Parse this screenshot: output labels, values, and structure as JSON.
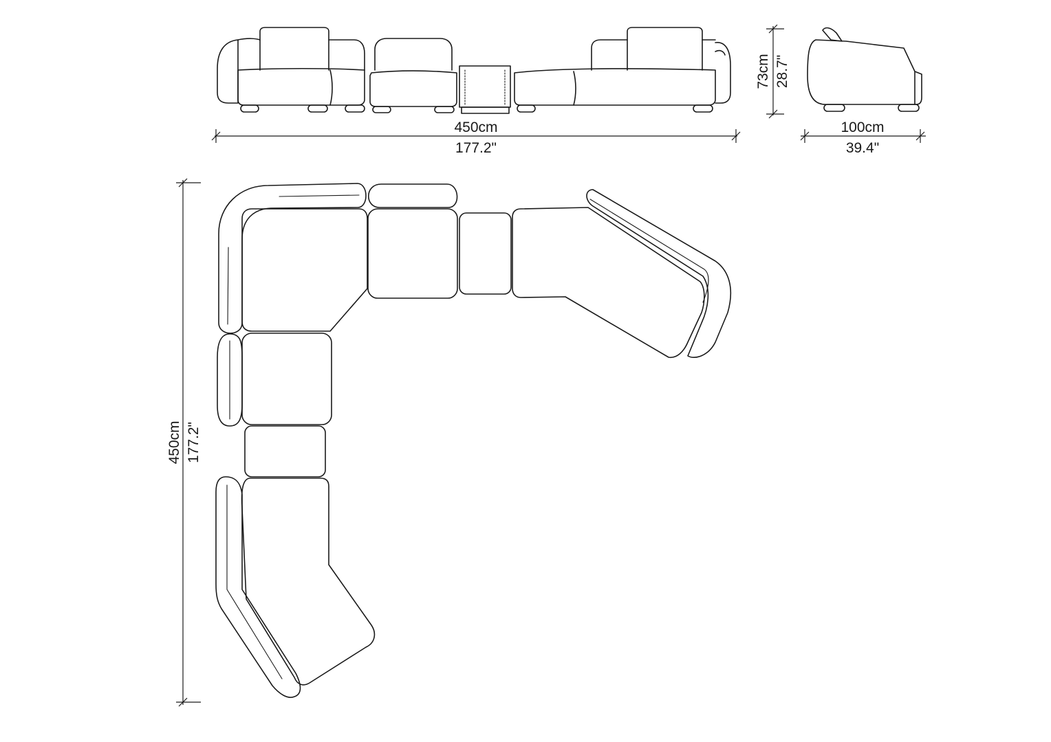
{
  "dimensions": {
    "front_width": {
      "metric": "450cm",
      "imperial": "177.2\""
    },
    "height": {
      "metric": "73cm",
      "imperial": "28.7\""
    },
    "depth": {
      "metric": "100cm",
      "imperial": "39.4\""
    },
    "plan_depth": {
      "metric": "450cm",
      "imperial": "177.2\""
    }
  },
  "colors": {
    "line": "#1a1a1a",
    "background": "#ffffff"
  }
}
